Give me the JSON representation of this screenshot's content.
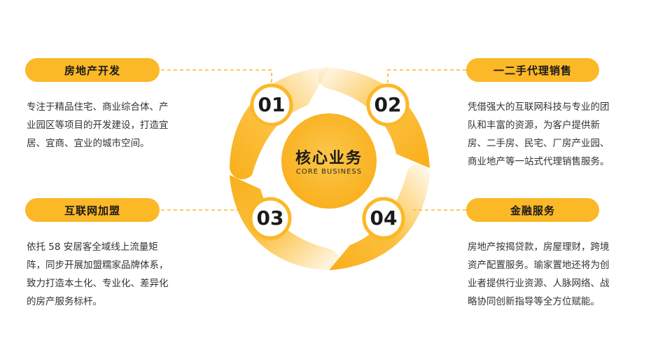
{
  "center": {
    "title": "核心业务",
    "subtitle": "CORE BUSINESS"
  },
  "items": [
    {
      "number": "01",
      "title": "房地产开发",
      "lines": [
        "专注于精品住宅、商业综合体、产",
        "业园区等项目的开发建设，打造宜",
        "居、宜商、宜业的城市空间。"
      ]
    },
    {
      "number": "02",
      "title": "一二手代理销售",
      "lines": [
        "凭借强大的互联网科技与专业的团",
        "队和丰富的资源，为客户提供新",
        "房、二手房、民宅、厂房产业园、",
        "商业地产等一站式代理销售服务。"
      ]
    },
    {
      "number": "03",
      "title": "互联网加盟",
      "lines": [
        "依托 58 安居客全域线上流量矩",
        "阵，同步开展加盟糯家品牌体系，",
        "致力打造本土化、专业化、差异化",
        "的房产服务标杆。"
      ]
    },
    {
      "number": "04",
      "title": "金融服务",
      "lines": [
        "房地产按揭贷款，房屋理财，跨境",
        "资产配置服务。瑜家置地还将为创",
        "业者提供行业资源、人脉网络、战",
        "略协同创新指导等全方位赋能。"
      ]
    }
  ],
  "colors": {
    "accent": "#FBB827",
    "text": "#333333"
  }
}
